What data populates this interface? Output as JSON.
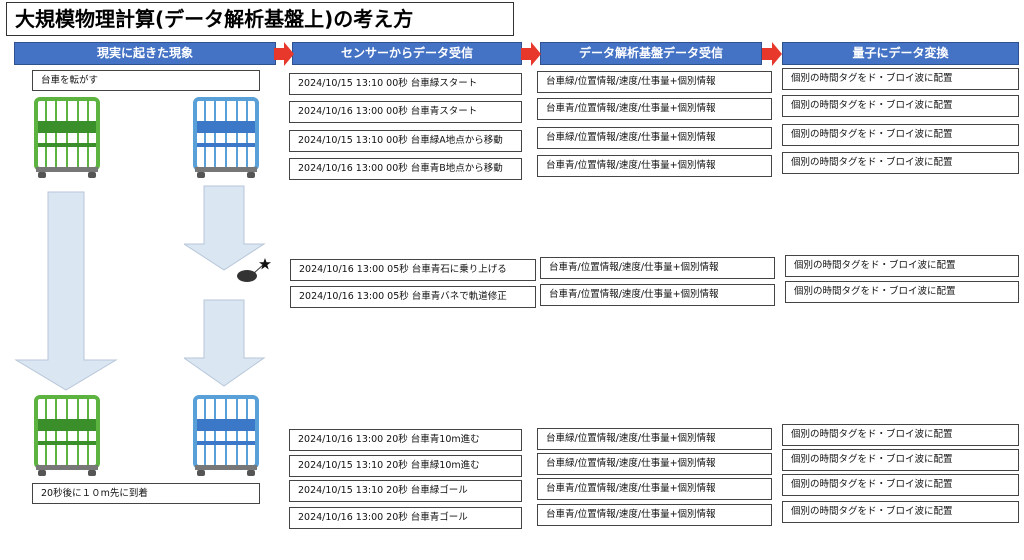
{
  "title": "大規模物理計算(データ解析基盤上)の考え方",
  "headers": [
    "現実に起きた現象",
    "センサーからデータ受信",
    "データ解析基盤データ受信",
    "量子にデータ変換"
  ],
  "phenomena": {
    "start": "台車を転がす",
    "end": "20秒後に１０m先に到着"
  },
  "rows": [
    {
      "sensor": "2024/10/15 13:10 00秒 台車緑スタート",
      "platform": "台車緑/位置情報/速度/仕事量+個別情報",
      "quantum": "個別の時間タグをド・ブロイ波に配置"
    },
    {
      "sensor": "2024/10/16 13:00 00秒 台車青スタート",
      "platform": "台車青/位置情報/速度/仕事量+個別情報",
      "quantum": "個別の時間タグをド・ブロイ波に配置"
    },
    {
      "sensor": "2024/10/15 13:10 00秒 台車緑A地点から移動",
      "platform": "台車緑/位置情報/速度/仕事量+個別情報",
      "quantum": "個別の時間タグをド・ブロイ波に配置"
    },
    {
      "sensor": "2024/10/16 13:00 00秒 台車青B地点から移動",
      "platform": "台車青/位置情報/速度/仕事量+個別情報",
      "quantum": "個別の時間タグをド・ブロイ波に配置"
    },
    {
      "sensor": "2024/10/16 13:00 05秒 台車青石に乗り上げる",
      "platform": "台車青/位置情報/速度/仕事量+個別情報",
      "quantum": "個別の時間タグをド・ブロイ波に配置"
    },
    {
      "sensor": "2024/10/16 13:00 05秒 台車青バネで軌道修正",
      "platform": "台車青/位置情報/速度/仕事量+個別情報",
      "quantum": "個別の時間タグをド・ブロイ波に配置"
    },
    {
      "sensor": "2024/10/16 13:00 20秒 台車青10m進む",
      "platform": "台車緑/位置情報/速度/仕事量+個別情報",
      "quantum": "個別の時間タグをド・ブロイ波に配置"
    },
    {
      "sensor": "2024/10/15 13:10 20秒 台車緑10m進む",
      "platform": "台車緑/位置情報/速度/仕事量+個別情報",
      "quantum": "個別の時間タグをド・ブロイ波に配置"
    },
    {
      "sensor": "2024/10/15 13:10 20秒 台車緑ゴール",
      "platform": "台車青/位置情報/速度/仕事量+個別情報",
      "quantum": "個別の時間タグをド・ブロイ波に配置"
    },
    {
      "sensor": "2024/10/16 13:00 20秒 台車青ゴール",
      "platform": "台車青/位置情報/速度/仕事量+個別情報",
      "quantum": "個別の時間タグをド・ブロイ波に配置"
    }
  ],
  "colors": {
    "header_bg": "#4472c4",
    "arrow_red": "#e8382b",
    "cart_green": "#5cb33f",
    "cart_green_dark": "#3a8f2a",
    "cart_blue": "#5aa0d8",
    "cart_blue_dark": "#3c78c8",
    "flow_arrow": "#dbe6f3"
  },
  "icons": [
    "red-right-arrow-icon",
    "green-cart-icon",
    "blue-cart-icon",
    "rock-icon",
    "star-icon"
  ]
}
